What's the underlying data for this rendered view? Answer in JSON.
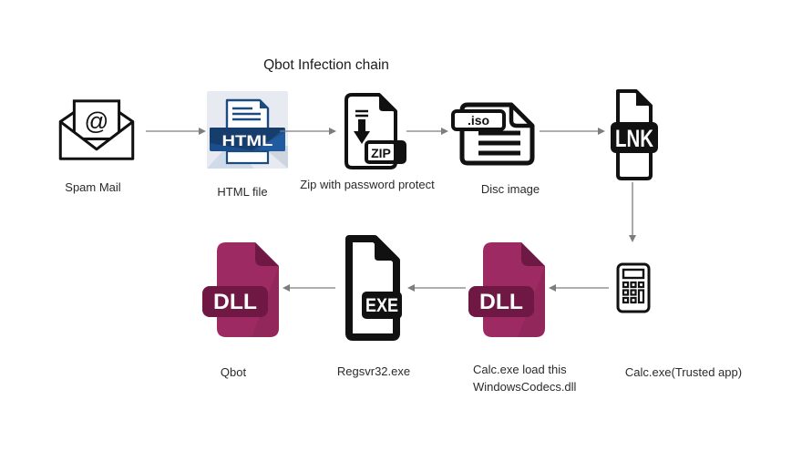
{
  "title": "Qbot Infection chain",
  "nodes": {
    "spam_mail": {
      "label": "Spam Mail"
    },
    "html_file": {
      "label": "HTML file",
      "badge": "HTML"
    },
    "zip_file": {
      "label": "Zip with password protect",
      "badge": "ZIP"
    },
    "disc_image": {
      "label": "Disc image",
      "badge": ".iso"
    },
    "lnk_file": {
      "badge": "LNK"
    },
    "calc": {
      "label": "Calc.exe(Trusted app)"
    },
    "codecs_dll": {
      "label_line1": "Calc.exe load this",
      "label_line2": "WindowsCodecs.dll",
      "badge": "DLL"
    },
    "regsvr32": {
      "label": "Regsvr32.exe",
      "badge": "EXE"
    },
    "qbot": {
      "label": "Qbot",
      "badge": "DLL"
    }
  },
  "colors": {
    "arrow": "#7d7d7d",
    "icon_outline": "#111111",
    "dll_body": "#9e2a63",
    "dll_dark": "#6f1843",
    "html_bg": "#e7ebf1",
    "html_band": "#1b4e8c",
    "html_navy": "#142f52",
    "html_line": "#1c4b82"
  }
}
